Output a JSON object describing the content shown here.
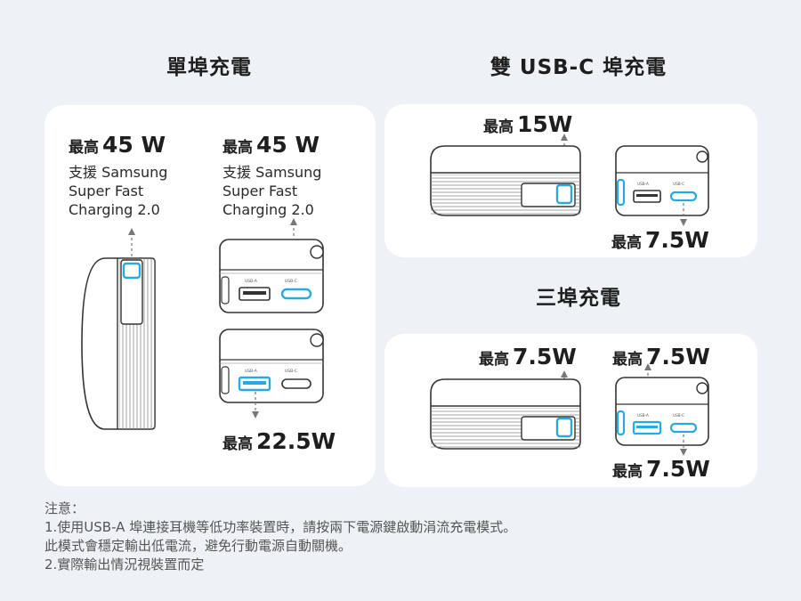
{
  "titles": {
    "single": "單埠充電",
    "dual": "雙 USB-C 埠充電",
    "triple": "三埠充電"
  },
  "prefix": "最高",
  "single": {
    "left": {
      "watt": "45 W",
      "desc": [
        "支援 Samsung",
        "Super Fast",
        "Charging 2.0"
      ]
    },
    "right": {
      "watt": "45 W",
      "desc": [
        "支援 Samsung",
        "Super Fast",
        "Charging 2.0"
      ]
    },
    "bottom": {
      "watt": "22.5W"
    }
  },
  "dual": {
    "top": {
      "watt": "15W"
    },
    "bottom": {
      "watt": "7.5W"
    }
  },
  "triple": {
    "left": {
      "watt": "7.5W"
    },
    "right": {
      "watt": "7.5W"
    },
    "bottom": {
      "watt": "7.5W"
    }
  },
  "notes": {
    "heading": "注意：",
    "lines": [
      "1.使用USB-A 埠連接耳機等低功率裝置時，請按兩下電源鍵啟動涓流充電模式。",
      "此模式會穩定輸出低電流，避免行動電源自動關機。",
      "2.實際輸出情況視裝置而定"
    ]
  },
  "colors": {
    "accent": "#29a9e0",
    "outline": "#333333",
    "card": "#ffffff",
    "background": "#eef2f6"
  }
}
